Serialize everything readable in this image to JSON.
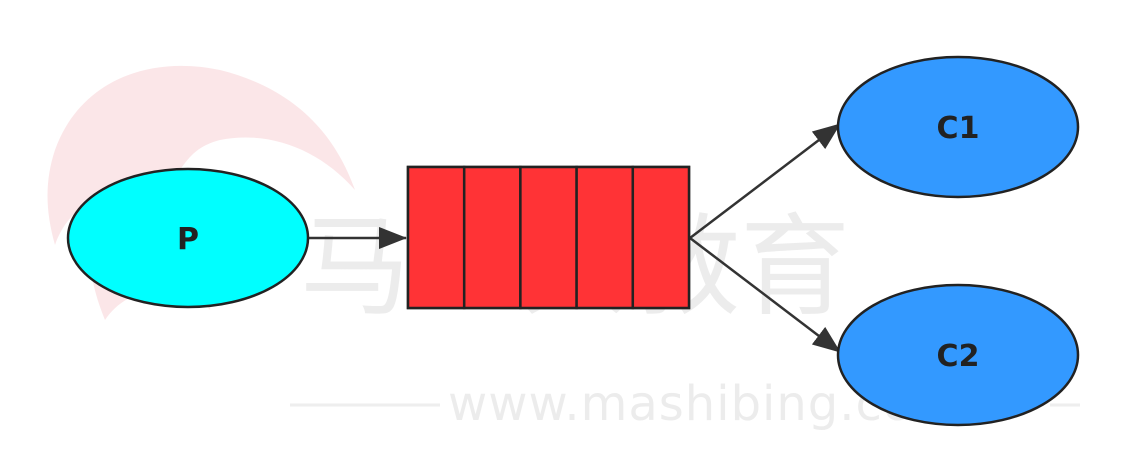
{
  "producer": {
    "label": "P",
    "fill": "#00ffff"
  },
  "queue": {
    "slots": 5,
    "fill": "#ff3336"
  },
  "consumers": [
    {
      "label": "C1",
      "fill": "#3399ff"
    },
    {
      "label": "C2",
      "fill": "#3399ff"
    }
  ],
  "watermark": {
    "text": "马士兵教育",
    "url": "www.mashibing.co"
  },
  "colors": {
    "outline": "#222222",
    "edge": "#333333"
  }
}
